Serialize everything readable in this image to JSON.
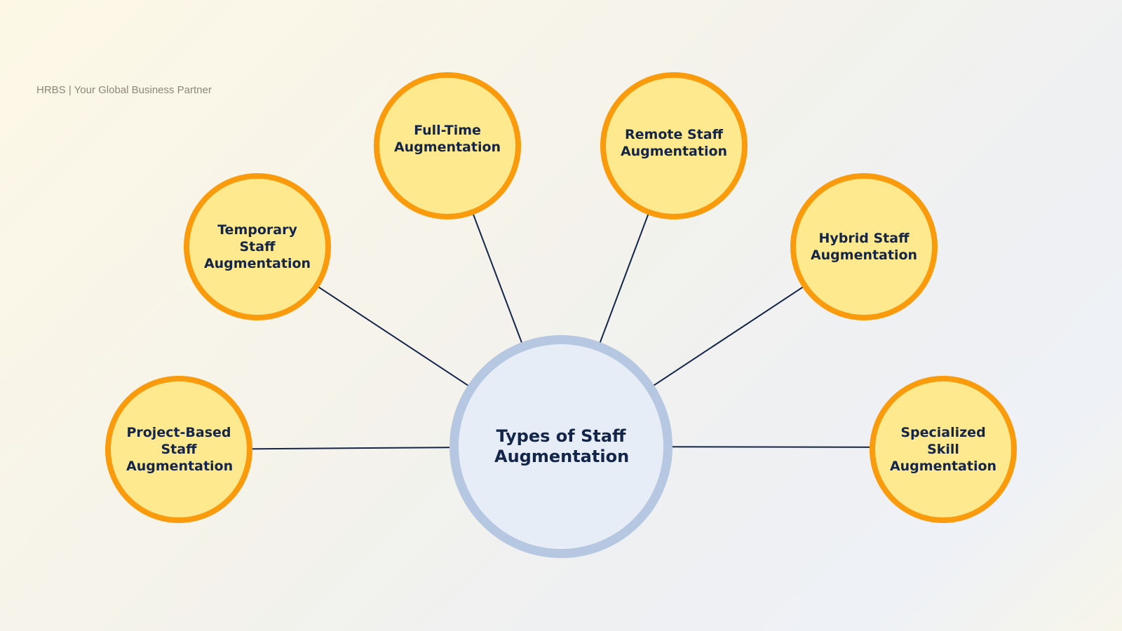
{
  "tagline": "HRBS | Your Global Business Partner",
  "center": {
    "label": "Types of Staff Augmentation"
  },
  "types": [
    {
      "label": "Project-Based Staff Augmentation"
    },
    {
      "label": "Temporary Staff Augmentation"
    },
    {
      "label": "Full-Time Augmentation"
    },
    {
      "label": "Remote Staff Augmentation"
    },
    {
      "label": "Hybrid Staff Augmentation"
    },
    {
      "label": "Specialized Skill Augmentation"
    }
  ],
  "colors": {
    "node_fill": "#fee98e",
    "node_border": "#f99b0c",
    "center_fill": "#e7edf6",
    "center_border": "#b6c7e2",
    "text": "#14254a",
    "line": "#14254a"
  }
}
